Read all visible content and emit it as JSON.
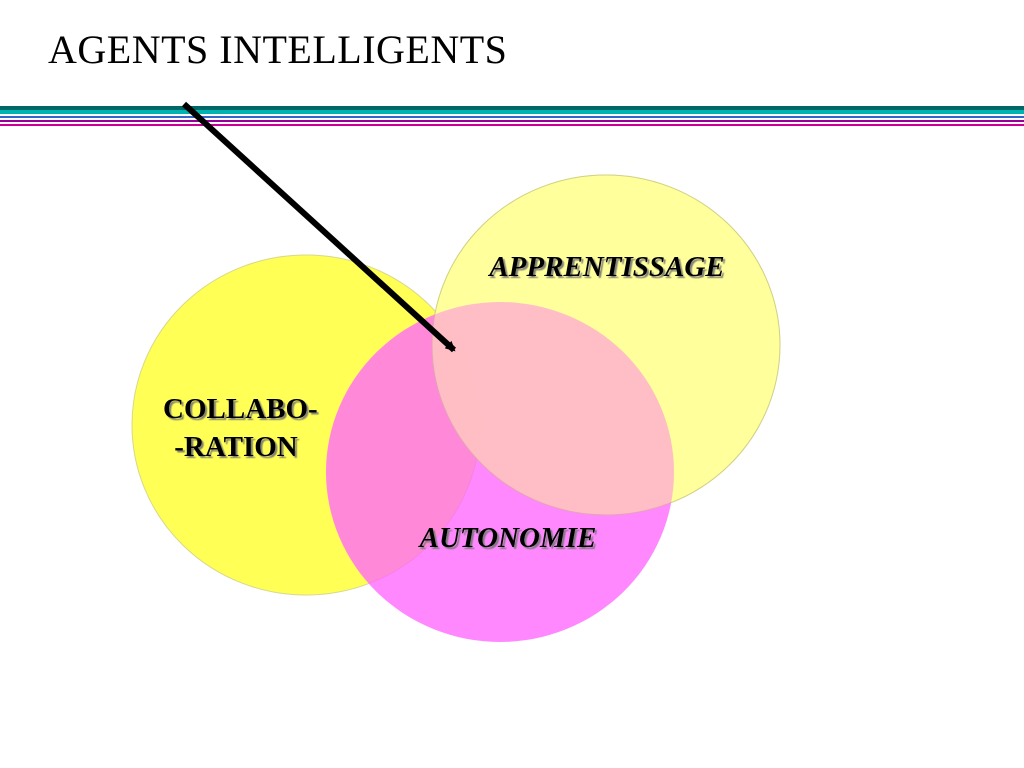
{
  "title": "AGENTS INTELLIGENTS",
  "header_rule": {
    "colors": [
      "#006666",
      "#00b3b3",
      "#3366cc",
      "#990099",
      "#cc0099"
    ]
  },
  "venn": {
    "circles": [
      {
        "name": "collaboration",
        "label_lines": [
          "COLLABO-",
          "-RATION"
        ],
        "fill": "#ffff55",
        "italic": false
      },
      {
        "name": "apprentissage",
        "label_lines": [
          "APPRENTISSAGE"
        ],
        "fill": "#ffff99",
        "italic": true
      },
      {
        "name": "autonomie",
        "label_lines": [
          "AUTONOMIE"
        ],
        "fill": "#ff66ff",
        "italic": true
      }
    ],
    "arrow_color": "#000000"
  }
}
